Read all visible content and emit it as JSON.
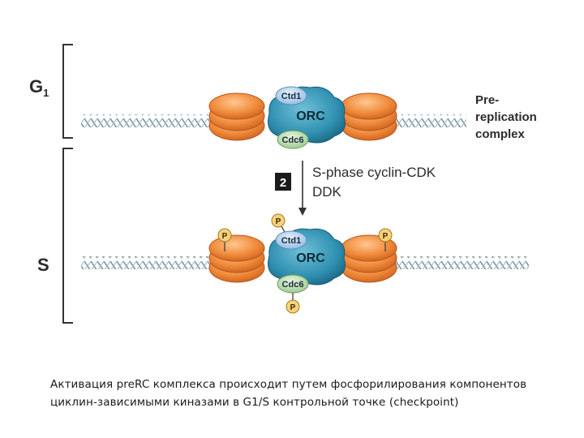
{
  "diagram": {
    "phase_g1": "G",
    "phase_g1_sub": "1",
    "phase_s": "S",
    "complex_label_line1": "Pre-",
    "complex_label_line2": "replication",
    "complex_label_line3": "complex",
    "step_number": "2",
    "kinase_line1": "S-phase cyclin-CDK",
    "kinase_line2": "DDK",
    "proteins": {
      "ctd1": "Ctd1",
      "orc": "ORC",
      "cdc6": "Cdc6"
    },
    "phospho": "P"
  },
  "colors": {
    "nucleosome": "#f08a3a",
    "orc": "#2f8fb0",
    "ctd1": "#a9cde8",
    "cdc6": "#b9dcb0",
    "phospho": "#f6d27a",
    "dna": "#7c98a8"
  },
  "caption": "Активация preRC комплекса происходит путем фосфорилирования компонентов циклин-зависимыми киназами в G1/S контрольной точке (checkpoint)"
}
